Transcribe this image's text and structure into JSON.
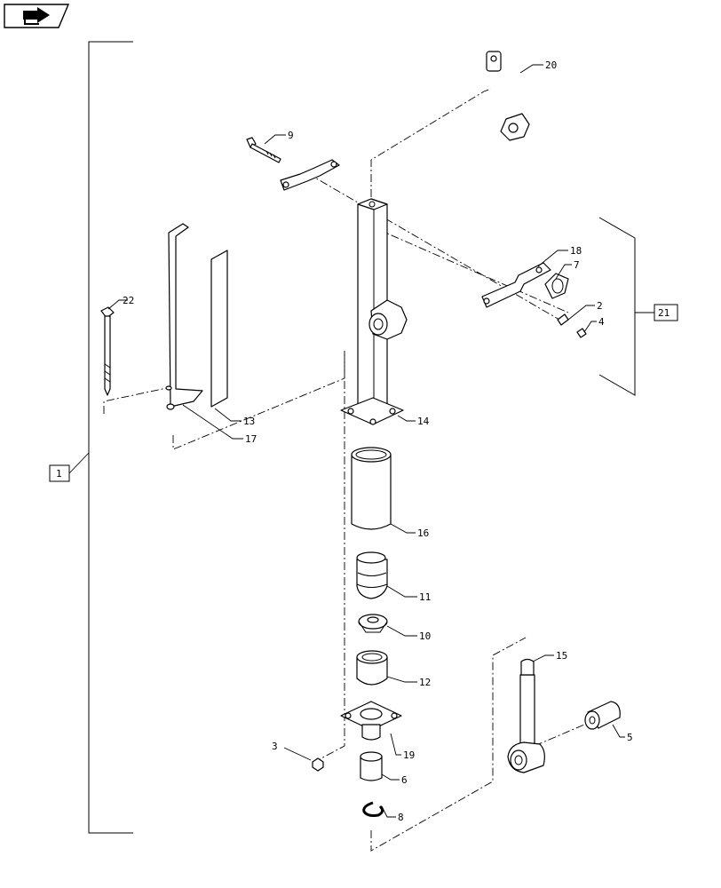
{
  "callouts": {
    "c1": "1",
    "c2": "2",
    "c3": "3",
    "c4": "4",
    "c5": "5",
    "c6": "6",
    "c7": "7",
    "c8": "8",
    "c9": "9",
    "c10": "10",
    "c11": "11",
    "c12": "12",
    "c13": "13",
    "c14": "14",
    "c15": "15",
    "c16": "16",
    "c17": "17",
    "c18": "18",
    "c19": "19",
    "c20": "20",
    "c21": "21",
    "c22": "22"
  },
  "icons": {
    "nav_button": "arrow-right-icon"
  }
}
